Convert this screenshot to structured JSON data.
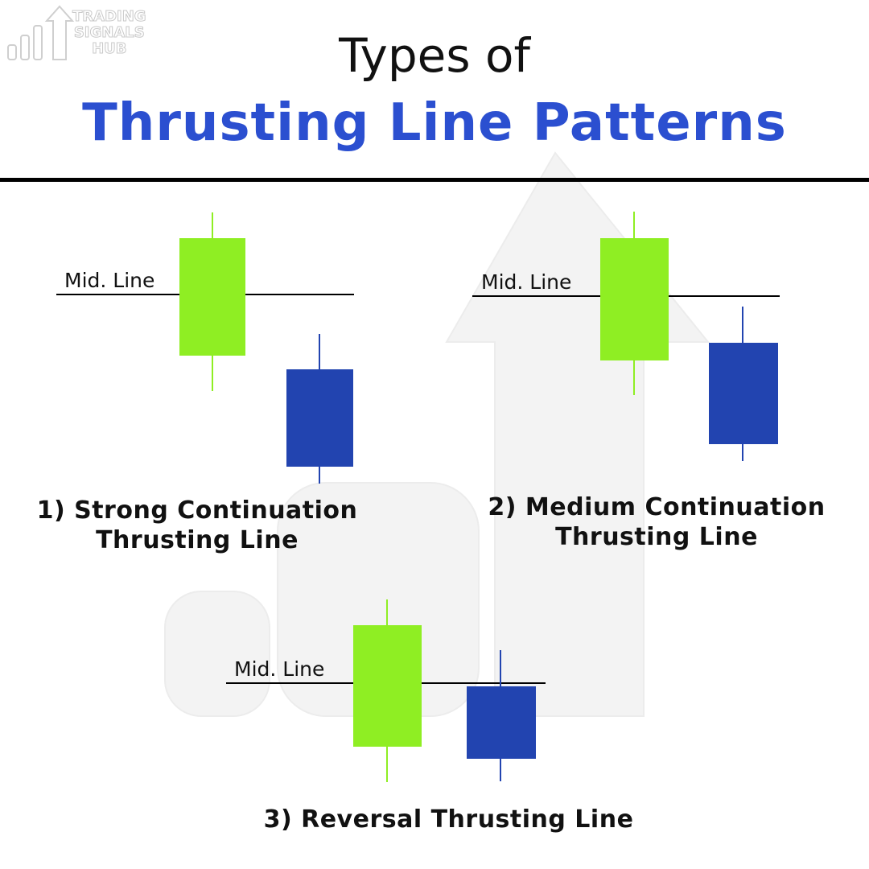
{
  "logo": {
    "lines": [
      "TRADING",
      "SIGNALS",
      "HUB"
    ]
  },
  "title": {
    "line1": "Types of",
    "line2": "Thrusting Line Patterns"
  },
  "colors": {
    "bullish": "#8fee23",
    "bearish": "#2244b0",
    "title_accent": "#2b4fd0",
    "text": "#111111"
  },
  "patterns": [
    {
      "caption_line1": "1) Strong Continuation",
      "caption_line2": "Thrusting Line",
      "mid_line_label": "Mid. Line"
    },
    {
      "caption_line1": "2) Medium Continuation",
      "caption_line2": "Thrusting Line",
      "mid_line_label": "Mid. Line"
    },
    {
      "caption_line1": "3) Reversal Thrusting Line",
      "caption_line2": "",
      "mid_line_label": "Mid. Line"
    }
  ]
}
